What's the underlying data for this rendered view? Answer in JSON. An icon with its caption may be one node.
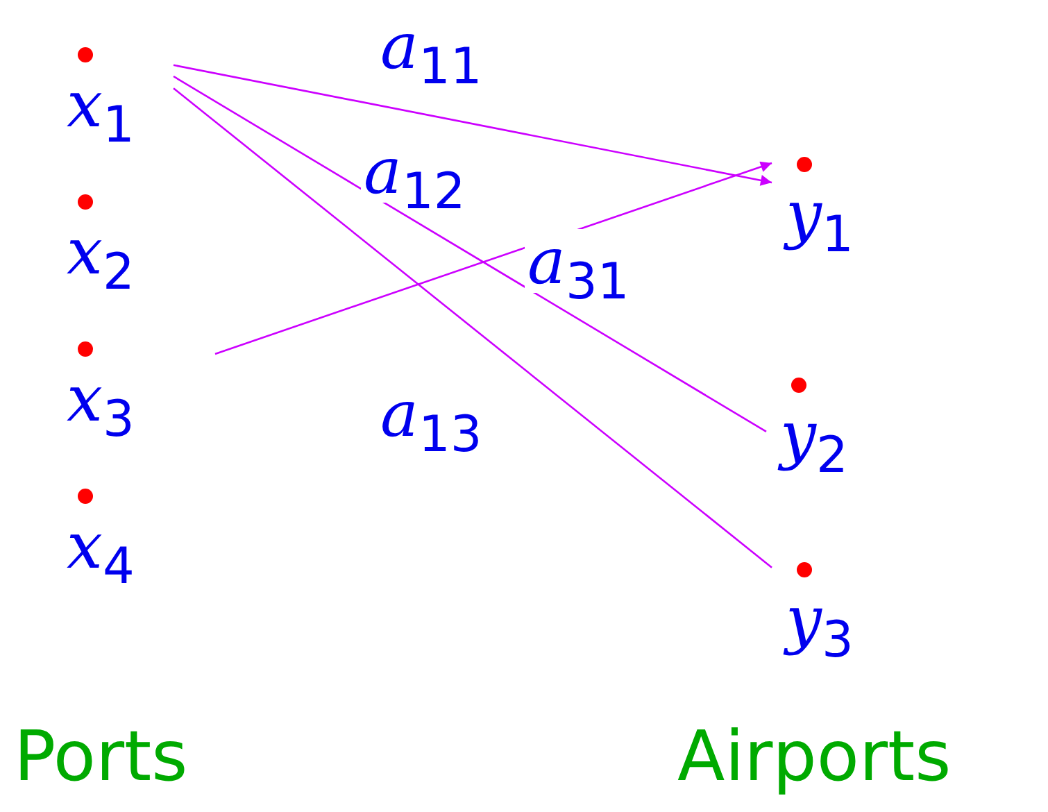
{
  "diagram": {
    "nodes": [
      {
        "text": [
          "*x*$_{1}$"
        ]
      },
      {
        "text": [
          "*x*$_{2}$"
        ]
      },
      {
        "text": [
          "*x*$_{3}$"
        ]
      },
      {
        "text": [
          "*x*$_{4}$"
        ]
      },
      {
        "text": [
          "*y*$_{1}$"
        ]
      },
      {
        "text": [
          "*y*$_{2}$"
        ]
      },
      {
        "text": [
          "*y*$_{3}$"
        ]
      }
    ],
    "edges": [
      {
        "from": 0,
        "to": 4,
        "arrow": "to",
        "label": "*a*$_{11}$"
      },
      {
        "from": 0,
        "to": 5,
        "arrow": "none",
        "label": "*a*$_{12}$"
      },
      {
        "from": 2,
        "to": 4,
        "arrow": "to",
        "label": "*a*$_{31}$"
      },
      {
        "from": 0,
        "to": 6,
        "arrow": "none",
        "label": "*a*$_{13}$"
      }
    ],
    "labels": [
      "Ports",
      "Airports"
    ]
  }
}
